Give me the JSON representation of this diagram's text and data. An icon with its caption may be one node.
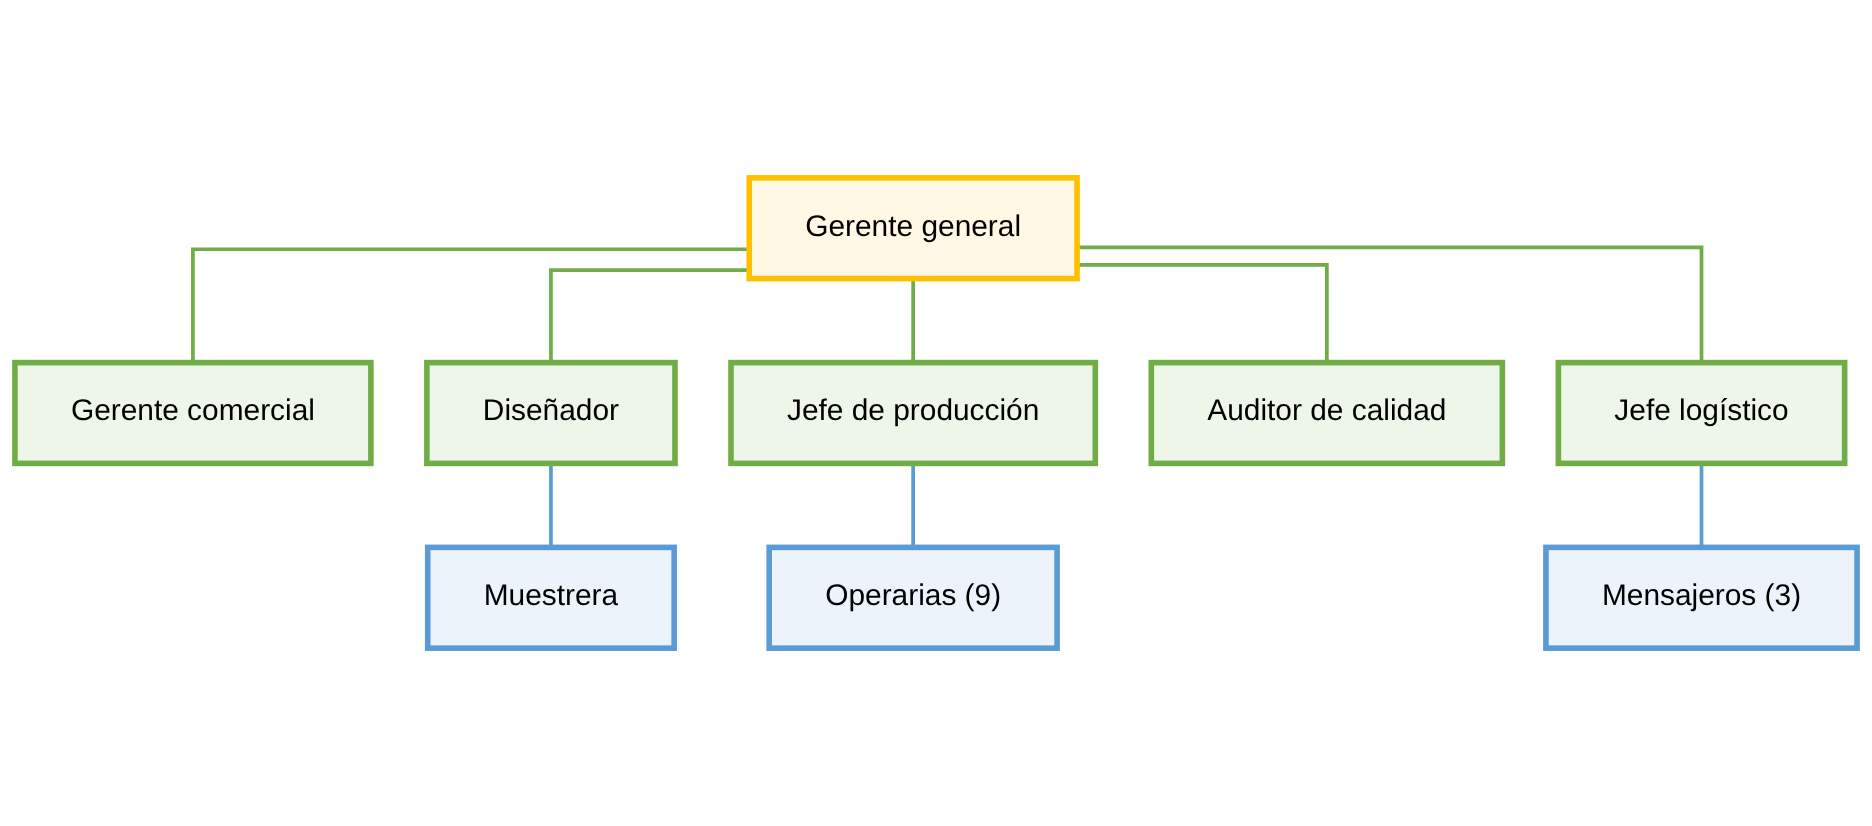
{
  "diagram": {
    "nodes": [
      {
        "text": [
          "Gerente general"
        ]
      },
      {
        "text": [
          "Gerente comercial"
        ]
      },
      {
        "text": [
          "Diseñador"
        ]
      },
      {
        "text": [
          "Jefe de producción"
        ]
      },
      {
        "text": [
          "Auditor de calidad"
        ]
      },
      {
        "text": [
          "Jefe logístico"
        ]
      },
      {
        "text": [
          "Muestrera"
        ]
      },
      {
        "text": [
          "Operarias (9)"
        ]
      },
      {
        "text": [
          "Mensajeros (3)"
        ]
      }
    ],
    "edges": [
      {
        "from": 0,
        "to": 1,
        "arrow": "none"
      },
      {
        "from": 0,
        "to": 2,
        "arrow": "none"
      },
      {
        "from": 0,
        "to": 3,
        "arrow": "none"
      },
      {
        "from": 0,
        "to": 4,
        "arrow": "none"
      },
      {
        "from": 0,
        "to": 5,
        "arrow": "none"
      },
      {
        "from": 2,
        "to": 6,
        "arrow": "none",
        "color": "#5b9bd5"
      },
      {
        "from": 3,
        "to": 7,
        "arrow": "none",
        "color": "#5b9bd5"
      },
      {
        "from": 5,
        "to": 8,
        "arrow": "none",
        "color": "#5b9bd5"
      }
    ]
  }
}
